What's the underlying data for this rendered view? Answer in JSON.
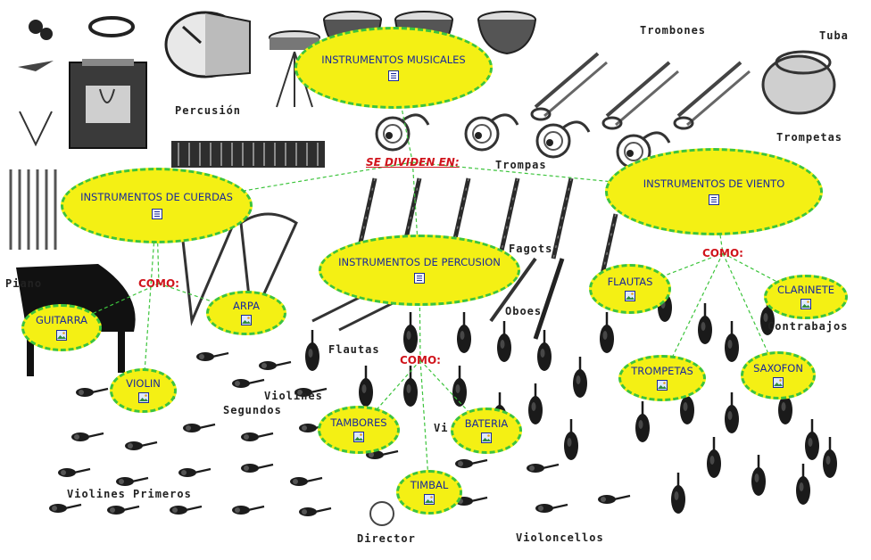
{
  "orchestra_labels": {
    "percusion": "Percusión",
    "trombones": "Trombones",
    "tuba": "Tuba",
    "trompetas": "Trompetas",
    "trompas": "Trompas",
    "fagots": "Fagots",
    "oboes": "Oboes",
    "flautas": "Flautas",
    "piano": "Piano",
    "violines_segundos_1": "Violines",
    "violines_segundos_2": "Segundos",
    "violines_primeros": "Violines Primeros",
    "contrabajos": "Contrabajos",
    "director": "Director",
    "violoncellos": "Violoncellos",
    "vi": "Vi"
  },
  "connector_labels": {
    "se_dividen": "SE DIVIDEN EN:",
    "como_cuerdas": "COMO:",
    "como_percusion": "COMO:",
    "como_viento": "COMO:"
  },
  "nodes": {
    "musicales": "INSTRUMENTOS MUSICALES",
    "cuerdas": "INSTRUMENTOS DE CUERDAS",
    "viento": "INSTRUMENTOS DE VIENTO",
    "percusion": "INSTRUMENTOS DE PERCUSION",
    "guitarra": "GUITARRA",
    "arpa": "ARPA",
    "violin": "VIOLIN",
    "tambores": "TAMBORES",
    "bateria": "BATERIA",
    "timbal": "TIMBAL",
    "flautas": "FLAUTAS",
    "clarinete": "CLARINETE",
    "trompetas": "TROMPETAS",
    "saxofon": "SAXOFON"
  },
  "colors": {
    "node_fill": "#f4f014",
    "node_border": "#3cc43c",
    "node_text": "#1a2a9a",
    "connector_text": "#d0141c",
    "link_line": "#3cc43c"
  }
}
